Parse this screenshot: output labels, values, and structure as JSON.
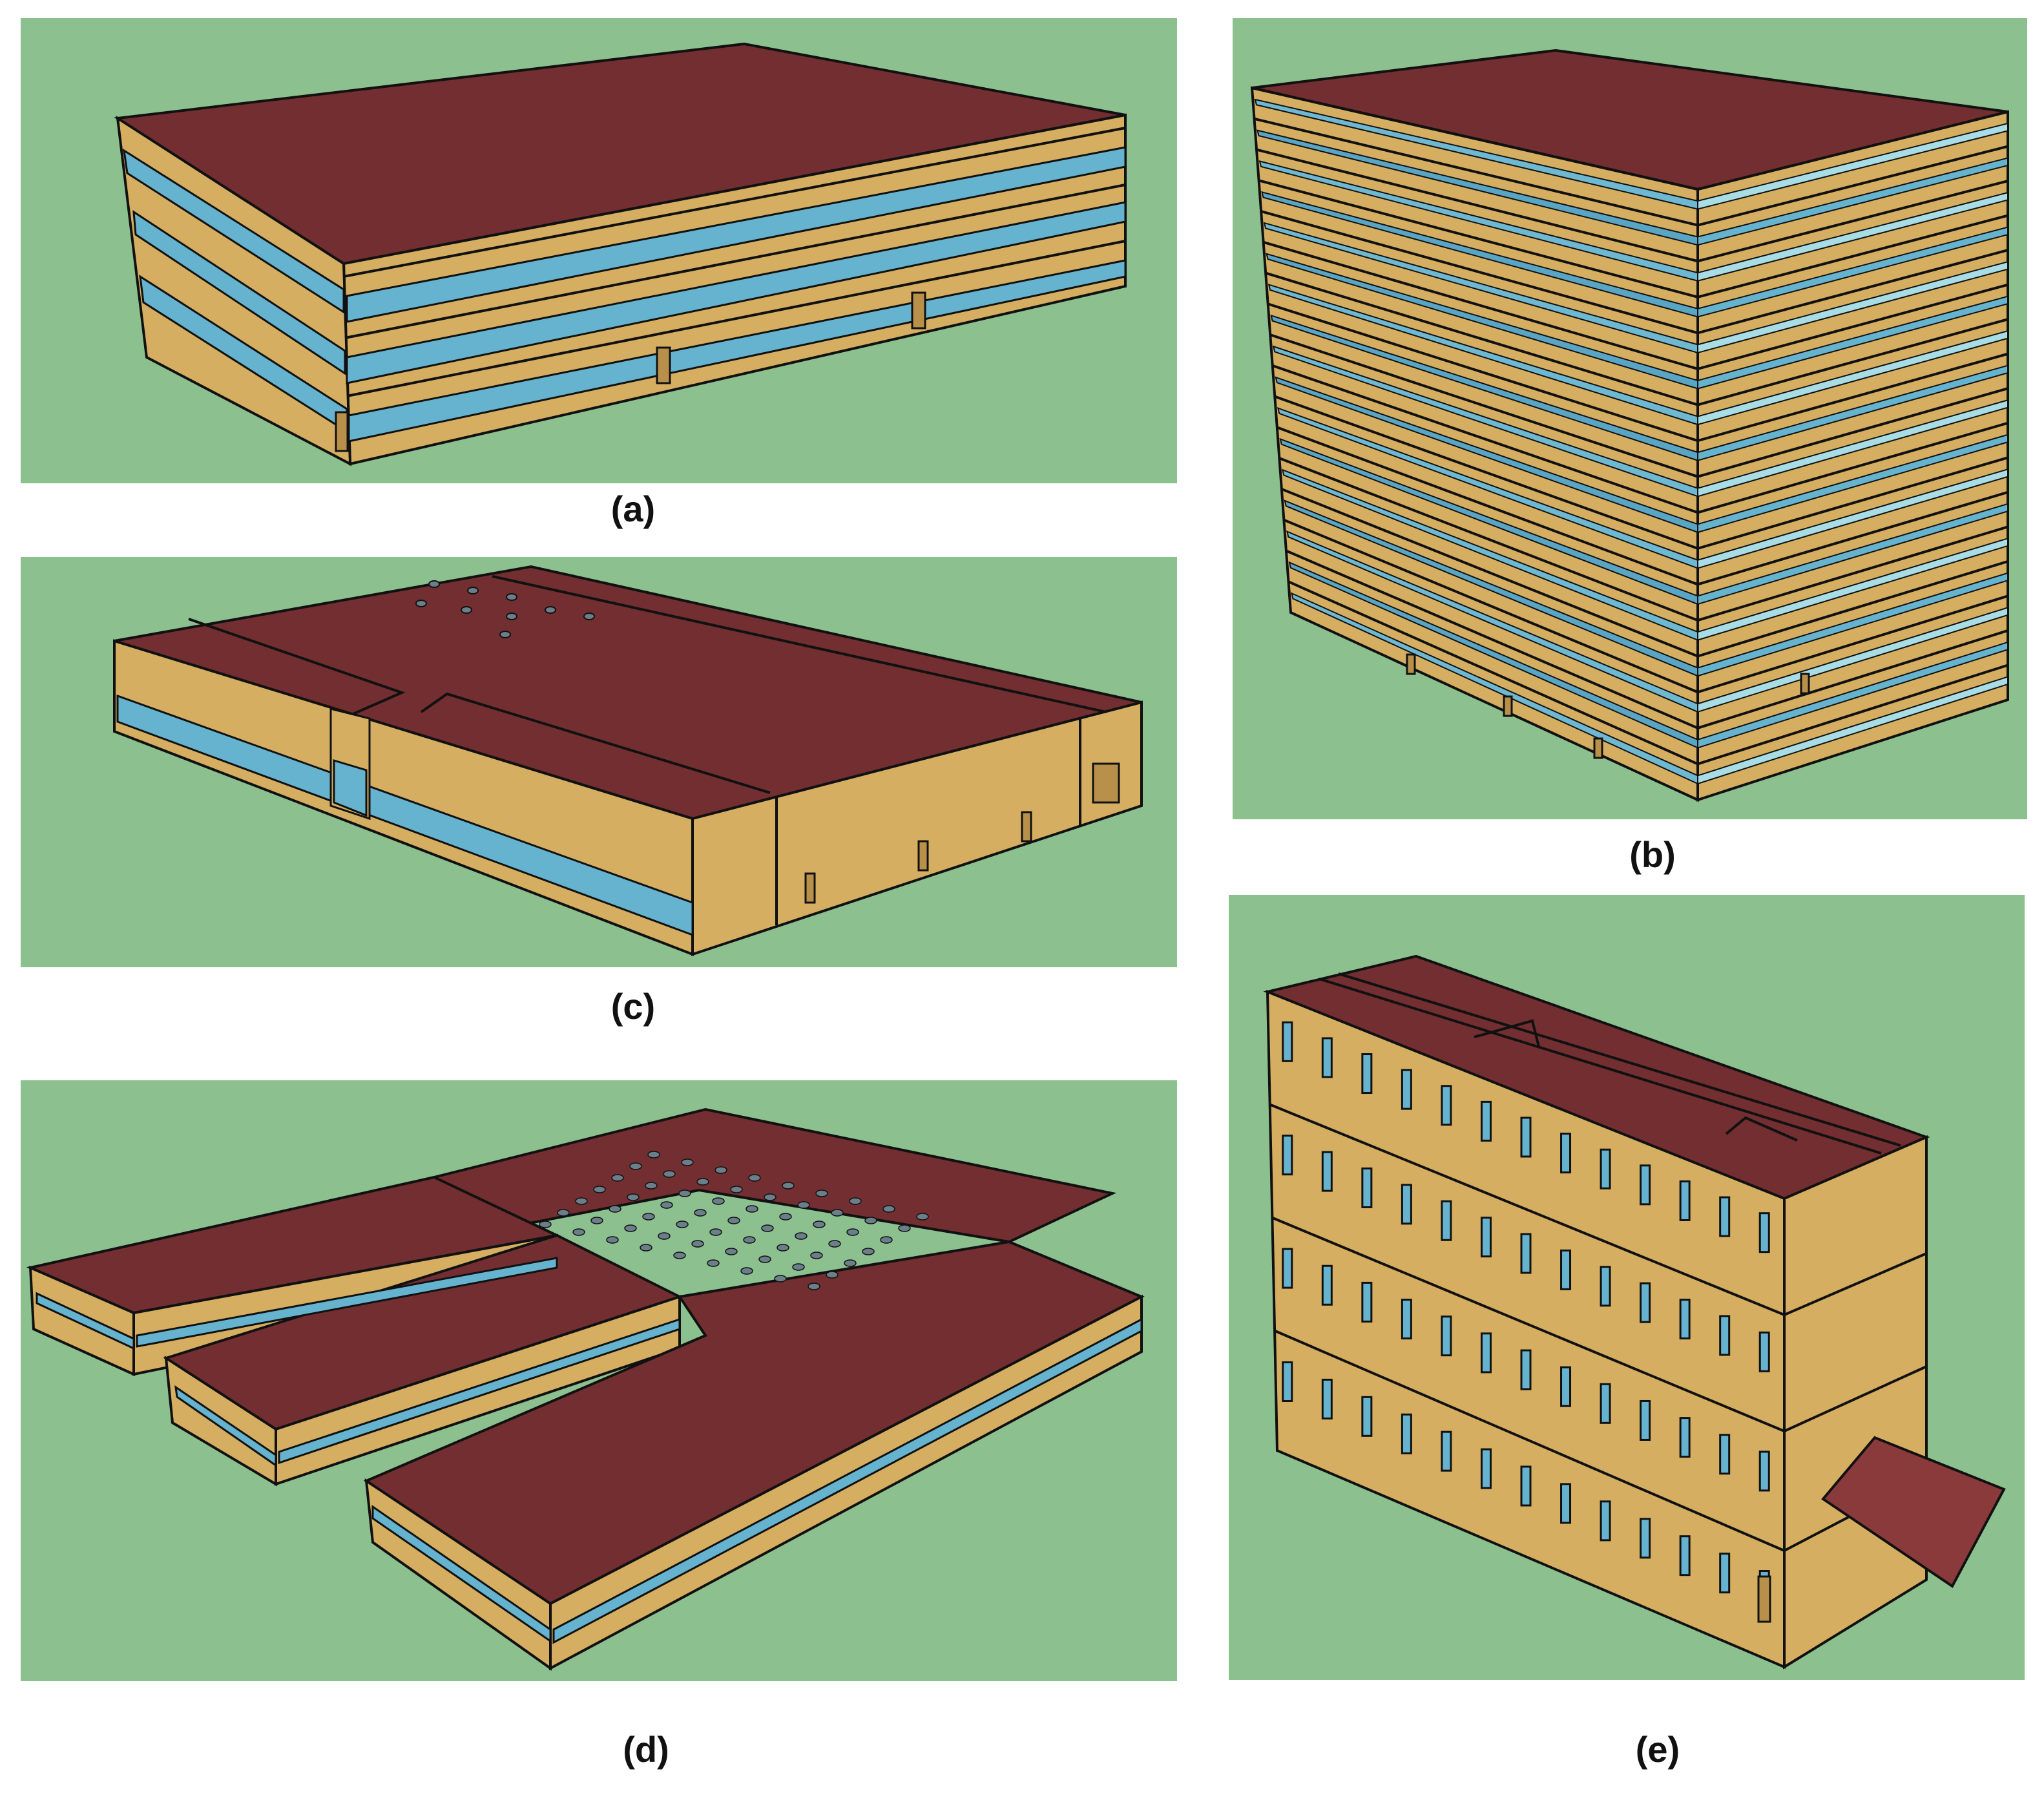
{
  "figure": {
    "labels": {
      "a": "(a)",
      "b": "(b)",
      "c": "(c)",
      "d": "(d)",
      "e": "(e)"
    }
  },
  "colors": {
    "background": "#8cc08f",
    "roof": "#722e30",
    "wall": "#d5ae62",
    "glass": "#66b3cf",
    "glass_light": "#a8dde6",
    "edge": "#111111"
  },
  "panels": [
    {
      "id": "a",
      "description_label": "(a)"
    },
    {
      "id": "b",
      "description_label": "(b)"
    },
    {
      "id": "c",
      "description_label": "(c)"
    },
    {
      "id": "d",
      "description_label": "(d)"
    },
    {
      "id": "e",
      "description_label": "(e)"
    }
  ]
}
